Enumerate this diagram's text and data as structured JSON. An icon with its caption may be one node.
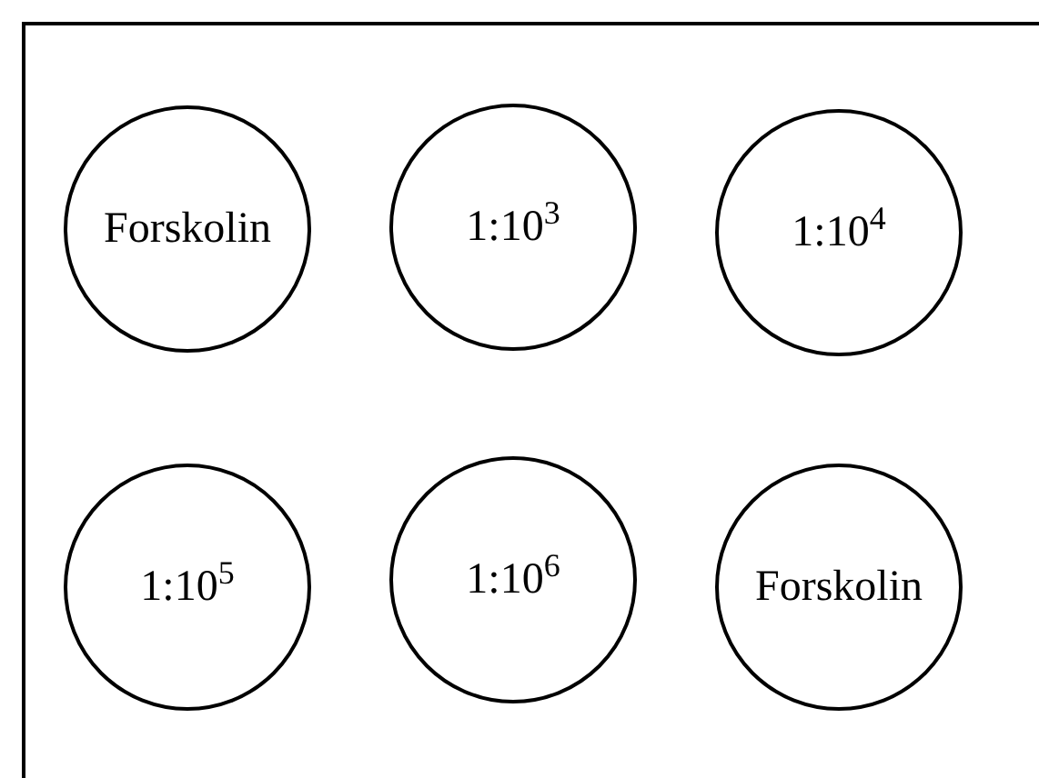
{
  "diagram": {
    "nodes": [
      {
        "text": [
          "Forskolin"
        ]
      },
      {
        "text": [
          "1:10$^{3}$"
        ]
      },
      {
        "text": [
          "1:10$^{4}$"
        ]
      },
      {
        "text": [
          "1:10$^{5}$"
        ]
      },
      {
        "text": [
          "1:10$^{6}$"
        ]
      },
      {
        "text": [
          "Forskolin"
        ]
      }
    ]
  }
}
